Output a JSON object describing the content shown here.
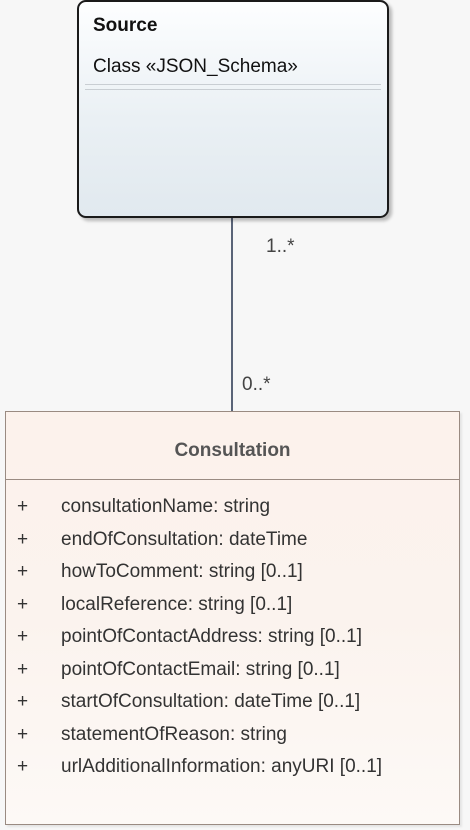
{
  "diagram": {
    "source": {
      "name": "Source",
      "stereotype": "Class «JSON_Schema»"
    },
    "association": {
      "source_multiplicity": "1..*",
      "target_multiplicity": "0..*"
    },
    "consultation": {
      "name": "Consultation",
      "attributes": [
        {
          "visibility": "+",
          "text": "consultationName: string"
        },
        {
          "visibility": "+",
          "text": "endOfConsultation: dateTime"
        },
        {
          "visibility": "+",
          "text": "howToComment: string [0..1]"
        },
        {
          "visibility": "+",
          "text": "localReference: string [0..1]"
        },
        {
          "visibility": "+",
          "text": "pointOfContactAddress: string [0..1]"
        },
        {
          "visibility": "+",
          "text": "pointOfContactEmail: string [0..1]"
        },
        {
          "visibility": "+",
          "text": "startOfConsultation: dateTime [0..1]"
        },
        {
          "visibility": "+",
          "text": "statementOfReason: string"
        },
        {
          "visibility": "+",
          "text": "urlAdditionalInformation: anyURI [0..1]"
        }
      ]
    },
    "colors": {
      "line": "#5a6478",
      "source_border": "#1a1a1a",
      "consult_border": "#9a8b82"
    }
  }
}
